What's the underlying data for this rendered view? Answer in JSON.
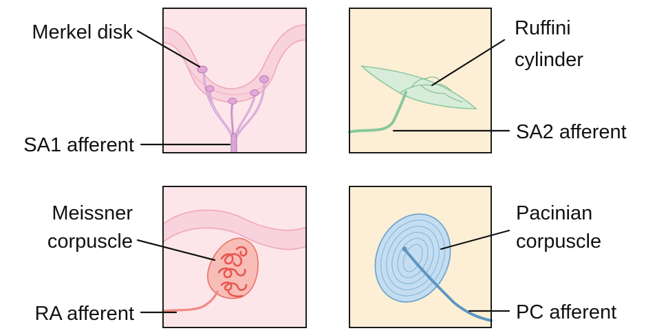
{
  "labels": {
    "merkel": "Merkel disk",
    "sa1": "SA1 afferent",
    "ruffini_line1": "Ruffini",
    "ruffini_line2": "cylinder",
    "sa2": "SA2 afferent",
    "meissner_line1": "Meissner",
    "meissner_line2": "corpuscle",
    "ra": "RA afferent",
    "pacinian_line1": "Pacinian",
    "pacinian_line2": "corpuscle",
    "pc": "PC afferent"
  },
  "colors": {
    "panel_pink": "#fce6ea",
    "panel_cream": "#fcefd6",
    "skin_band": "#f7c9d6",
    "skin_band_edge": "#ef9fb6",
    "merkel_nerve": "#d6a2d2",
    "merkel_nerve_edge": "#b889c4",
    "ruffini_fill": "#d8ecd8",
    "ruffini_edge": "#8cc9a0",
    "meissner_fill": "#f6b4ae",
    "meissner_edge": "#ea6f68",
    "pacinian_fill": "#c7dff2",
    "pacinian_edge": "#6fa6cc",
    "frame": "#1a1a1a"
  }
}
